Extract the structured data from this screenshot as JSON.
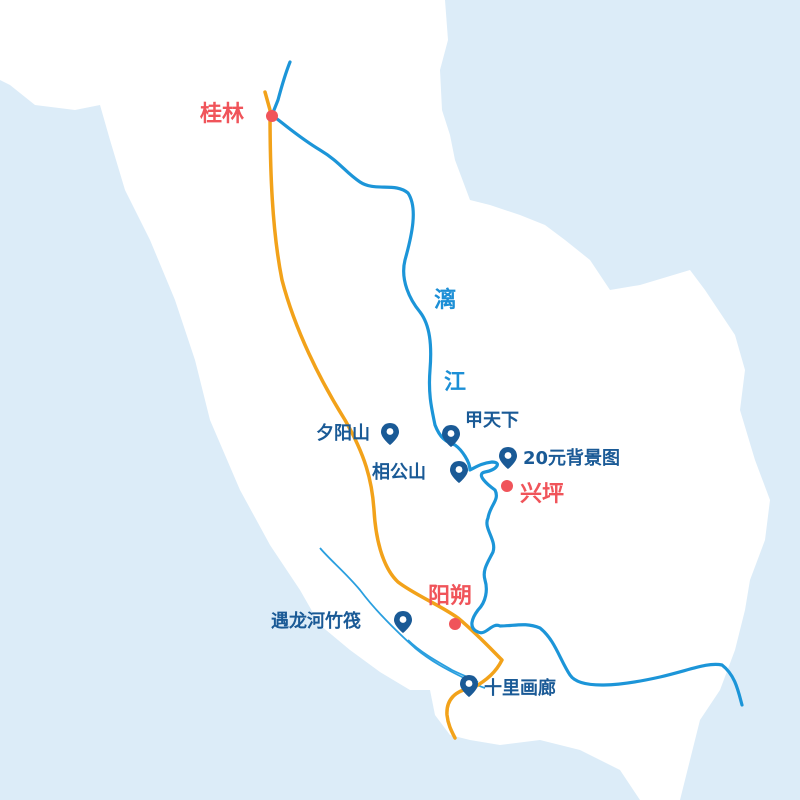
{
  "map": {
    "colors": {
      "water": "#dcecf8",
      "land": "#ffffff",
      "river": "#1c95d8",
      "tributary": "#2a9fdf",
      "road": "#f2a21a",
      "city": "#f0545a",
      "poi_text": "#1a5a96",
      "pin": "#1a5a96"
    },
    "river_label": [
      "漓",
      "江"
    ],
    "cities": [
      {
        "name": "桂林"
      },
      {
        "name": "兴坪"
      },
      {
        "name": "阳朔"
      }
    ],
    "pois": [
      {
        "name": "甲天下",
        "icon": "map-pin-icon"
      },
      {
        "name": "夕阳山",
        "icon": "map-pin-icon"
      },
      {
        "name": "20元背景图",
        "icon": "map-pin-icon"
      },
      {
        "name": "相公山",
        "icon": "map-pin-icon"
      },
      {
        "name": "遇龙河竹筏",
        "icon": "map-pin-icon"
      },
      {
        "name": "十里画廊",
        "icon": "map-pin-icon"
      }
    ]
  }
}
